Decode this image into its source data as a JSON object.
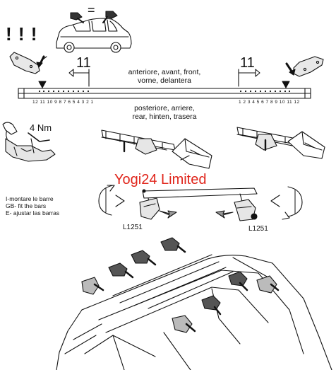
{
  "warning": "! ! !",
  "equals": "=",
  "mark_left": "11",
  "mark_right": "11",
  "front_label": {
    "line1": "anteriore, avant, front,",
    "line2": "vorne, delantera"
  },
  "rear_label": {
    "line1": "posteriore, arriere,",
    "line2": "rear, hinten, trasera"
  },
  "scale_left": "12 11 10 9 8 7 6 5 4 3 2 1",
  "scale_right": "1 2 3 4 5 6 7 8 9 10 11 12",
  "torque": "4 Nm",
  "watermark": "Yogi24 Limited",
  "instructions": [
    "I-montare le barre",
    "GB- fit the bars",
    "E- ajustar las barras"
  ],
  "part_left": "L1251",
  "part_right": "L1251",
  "colors": {
    "watermark": "#e0251b",
    "line": "#111111",
    "fill": "#cfcfcf"
  }
}
